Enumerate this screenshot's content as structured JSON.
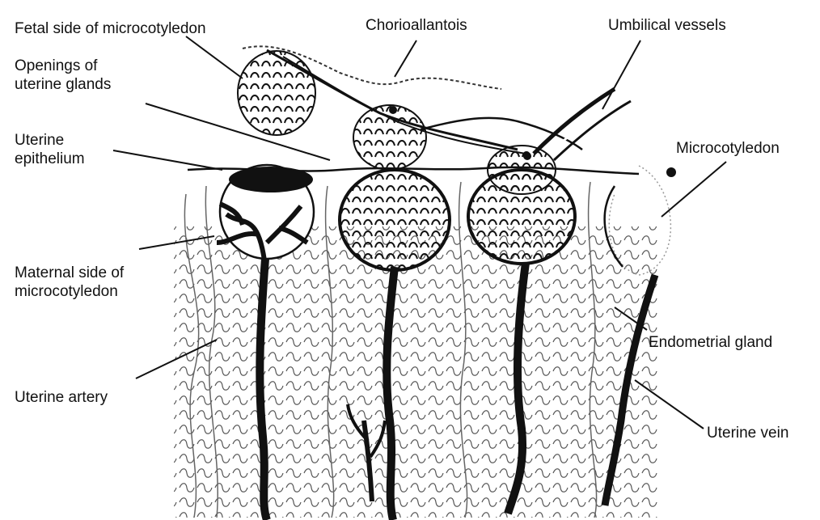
{
  "colors": {
    "ink": "#111111",
    "background": "#ffffff"
  },
  "labels": {
    "fetal_side": "Fetal side of microcotyledon",
    "chorioallantois": "Chorioallantois",
    "umbilical_vessels": "Umbilical vessels",
    "openings_line1": "Openings of",
    "openings_line2": "uterine glands",
    "epithelium_line1": "Uterine",
    "epithelium_line2": "epithelium",
    "microcotyledon": "Microcotyledon",
    "maternal_line1": "Maternal side of",
    "maternal_line2": "microcotyledon",
    "endometrial_gland": "Endometrial gland",
    "uterine_artery": "Uterine artery",
    "uterine_vein": "Uterine vein"
  }
}
